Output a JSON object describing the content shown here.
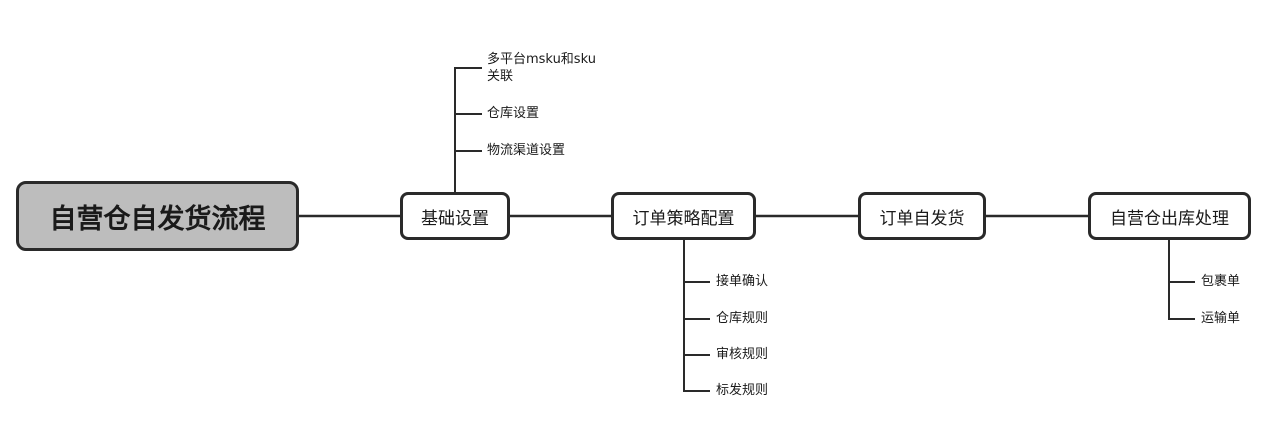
{
  "root": {
    "label": "自营仓自发货流程"
  },
  "main_nodes": [
    {
      "label": "基础设置"
    },
    {
      "label": "订单策略配置"
    },
    {
      "label": "订单自发货"
    },
    {
      "label": "自营仓出库处理"
    }
  ],
  "basic_settings_children": [
    {
      "label_line1": "多平台msku和sku",
      "label_line2": "关联"
    },
    {
      "label": "仓库设置"
    },
    {
      "label": "物流渠道设置"
    }
  ],
  "order_strategy_children": [
    {
      "label": "接单确认"
    },
    {
      "label": "仓库规则"
    },
    {
      "label": "审核规则"
    },
    {
      "label": "标发规则"
    }
  ],
  "warehouse_outbound_children": [
    {
      "label": "包裹单"
    },
    {
      "label": "运输单"
    }
  ],
  "colors": {
    "line": "#2a2a2a",
    "root_fill": "#bdbdbd",
    "node_fill": "#ffffff"
  }
}
